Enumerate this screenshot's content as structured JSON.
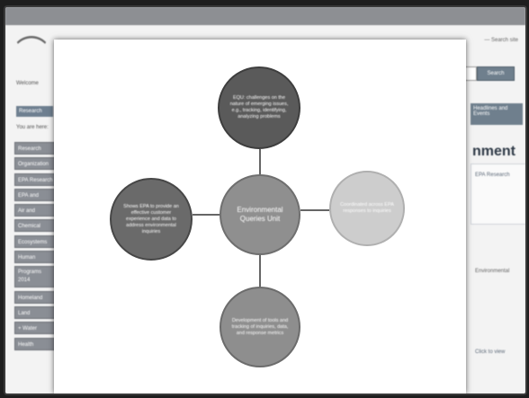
{
  "page": {
    "header_link": "— Search site",
    "welcome": "Welcome",
    "search_button": "Search",
    "site_tab": "Research",
    "breadcrumb": "You are here:",
    "nav_items": [
      "Research",
      "Organization",
      "EPA Research",
      "EPA and",
      "Air and",
      "Chemical",
      "Ecosystems",
      "Human",
      "Programs 2014",
      "Homeland",
      "Land",
      "+ Water",
      "Health"
    ],
    "right_banner": "Headlines and Events",
    "heading": "nment",
    "right_link_1": "EPA Research",
    "right_text": "Environmental",
    "right_link_2": "Click to view"
  },
  "diagram": {
    "center": "Environmental Queries Unit",
    "top": "EQU: challenges on the nature of emerging issues, e.g., tracking, identifying, analyzing problems",
    "left": "Shows EPA to provide an effective customer experience and data to address environmental inquiries",
    "right": "Coordinated across EPA responses to inquiries",
    "bottom": "Development of tools and tracking of inquiries, data, and response metrics"
  },
  "colors": {
    "center": "#8f8f8f",
    "top": "#5a5a5a",
    "left": "#6a6a6a",
    "right": "#cdcdcd",
    "bottom": "#8e8e8e",
    "connector": "#666666"
  }
}
